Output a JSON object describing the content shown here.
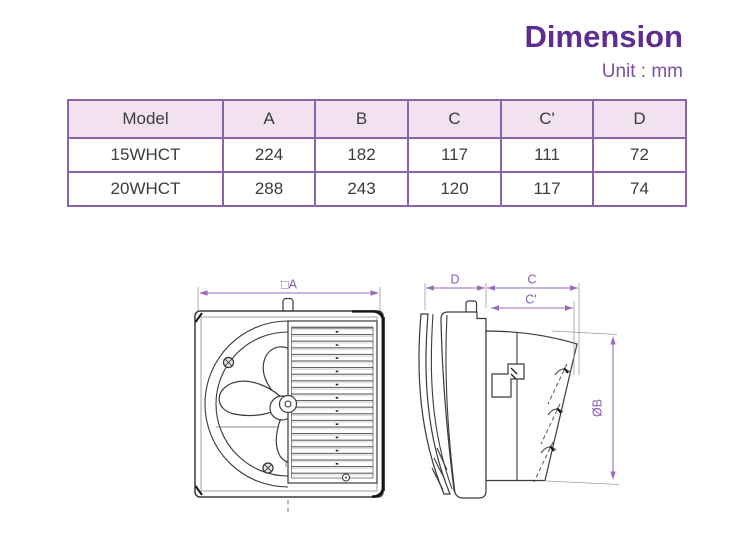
{
  "page": {
    "title": "Dimension",
    "unit_label": "Unit : mm"
  },
  "table": {
    "columns": [
      "Model",
      "A",
      "B",
      "C",
      "C'",
      "D"
    ],
    "rows": [
      [
        "15WHCT",
        "224",
        "182",
        "117",
        "111",
        "72"
      ],
      [
        "20WHCT",
        "288",
        "243",
        "120",
        "117",
        "74"
      ]
    ]
  },
  "diagram": {
    "front_view_label": "□A",
    "side_view_labels": {
      "d": "D",
      "c": "C",
      "c_prime": "C'",
      "b": "ØB"
    }
  },
  "colors": {
    "title_purple": "#5e2d91",
    "unit_purple": "#7b4fa6",
    "table_border": "#8b63a9",
    "header_background": "#f2e2f0",
    "dimension_line": "#9a6bb8",
    "line_art": "#3a3a3a"
  }
}
